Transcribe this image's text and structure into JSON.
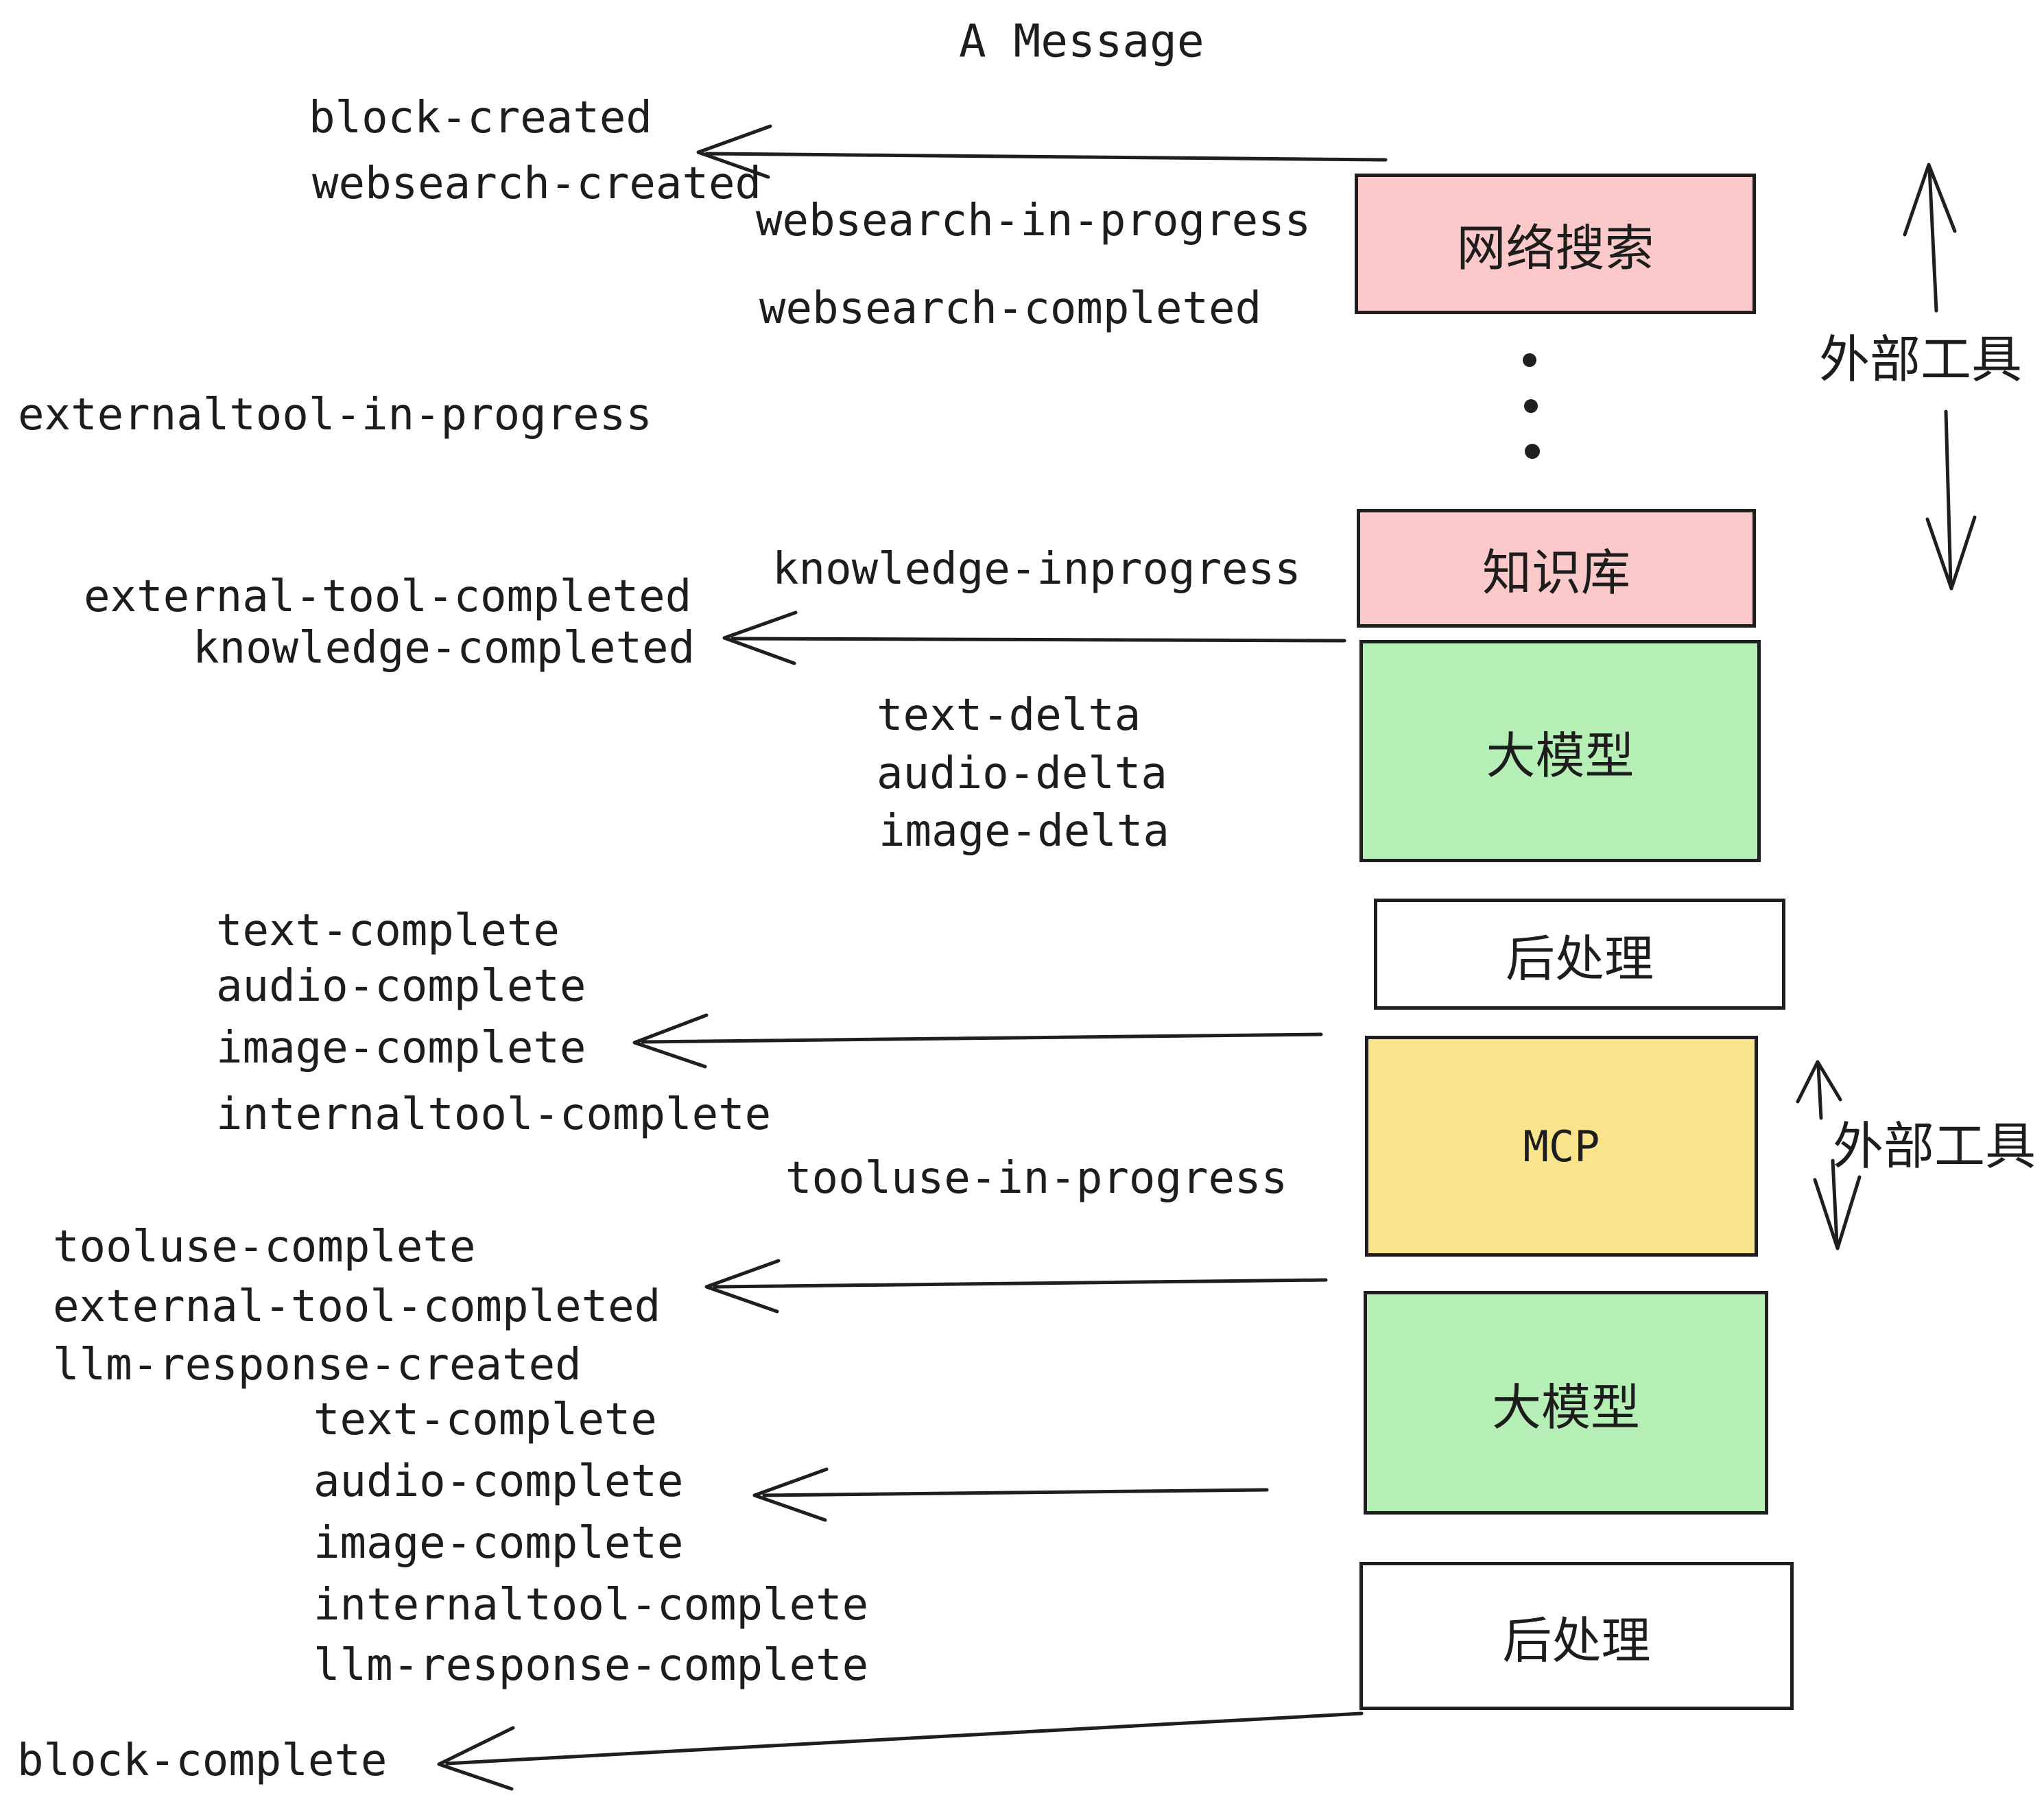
{
  "title": "A Message",
  "colors": {
    "websearch_box": "#fbc9c9",
    "knowledge_box": "#fbc9c9",
    "llm_box": "#b5efb5",
    "mcp_box": "#f9e48b",
    "post_box": "#ffffff",
    "stroke": "#1f1f1f",
    "text": "#1d1d1d",
    "background": "#ffffff"
  },
  "boxes": {
    "websearch": "网络搜索",
    "knowledge": "知识库",
    "llm1": "大模型",
    "post1": "后处理",
    "mcp": "MCP",
    "llm2": "大模型",
    "post2": "后处理"
  },
  "side_labels": {
    "external_tools_top": "外部工具",
    "external_tools_mid": "外部工具"
  },
  "events": {
    "block_created": "block-created",
    "websearch_created": "websearch-created",
    "websearch_in_progress": "websearch-in-progress",
    "websearch_completed": "websearch-completed",
    "externaltool_in_progress": "externaltool-in-progress",
    "knowledge_inprogress": "knowledge-inprogress",
    "external_tool_completed_1": "external-tool-completed",
    "knowledge_completed": "knowledge-completed",
    "text_delta_1": "text-delta",
    "audio_delta_1": "audio-delta",
    "image_delta_1": "image-delta",
    "text_complete_1": "text-complete",
    "audio_complete_1": "audio-complete",
    "image_complete_1": "image-complete",
    "internaltool_complete_1": "internaltool-complete",
    "tooluse_in_progress": "tooluse-in-progress",
    "tooluse_complete": "tooluse-complete",
    "external_tool_completed_2": "external-tool-completed",
    "llm_response_created": "llm-response-created",
    "text_complete_2": "text-complete",
    "audio_complete_2": "audio-complete",
    "image_complete_2": "image-complete",
    "internaltool_complete_2": "internaltool-complete",
    "llm_response_complete": "llm-response-complete",
    "block_complete": "block-complete"
  }
}
